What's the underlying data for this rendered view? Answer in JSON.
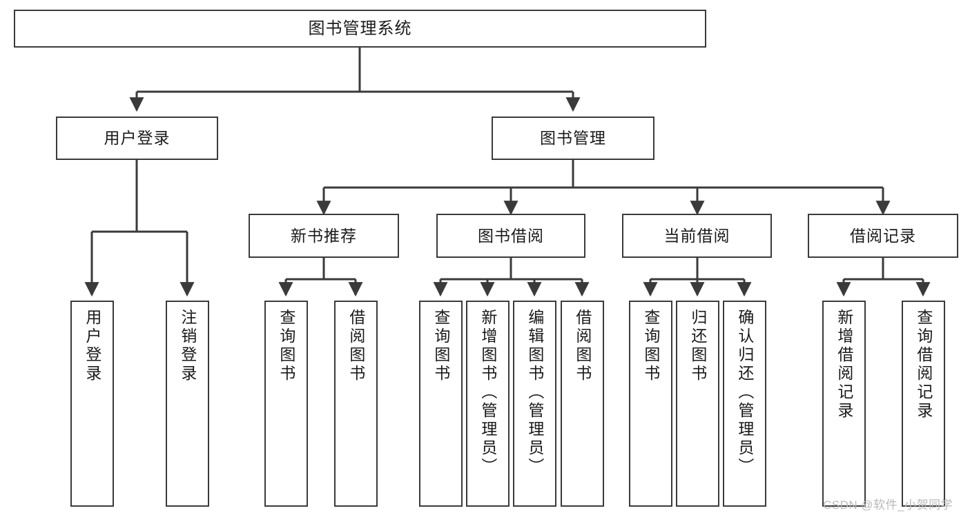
{
  "diagram": {
    "title": "图书管理系统",
    "root": {
      "label": "图书管理系统"
    },
    "level2": [
      {
        "label": "用户登录"
      },
      {
        "label": "图书管理"
      }
    ],
    "level3": [
      {
        "label": "新书推荐"
      },
      {
        "label": "图书借阅"
      },
      {
        "label": "当前借阅"
      },
      {
        "label": "借阅记录"
      }
    ],
    "leaves": {
      "user_login": [
        {
          "label": "用户登录"
        },
        {
          "label": "注销登录"
        }
      ],
      "new_book": [
        {
          "label": "查询图书"
        },
        {
          "label": "借阅图书"
        }
      ],
      "book_borrow": [
        {
          "label": "查询图书"
        },
        {
          "label": "新增图书（管理员）"
        },
        {
          "label": "编辑图书（管理员）"
        },
        {
          "label": "借阅图书"
        }
      ],
      "current_borrow": [
        {
          "label": "查询图书"
        },
        {
          "label": "归还图书"
        },
        {
          "label": "确认归还（管理员）"
        }
      ],
      "borrow_record": [
        {
          "label": "新增借阅记录"
        },
        {
          "label": "查询借阅记录"
        }
      ]
    }
  },
  "watermark": {
    "text": "CSDN @软件_小贺同学"
  },
  "colors": {
    "stroke": "#3a3a3a",
    "fill": "#ffffff",
    "text": "#1a1a1a",
    "watermark": "#b9b9b9"
  }
}
